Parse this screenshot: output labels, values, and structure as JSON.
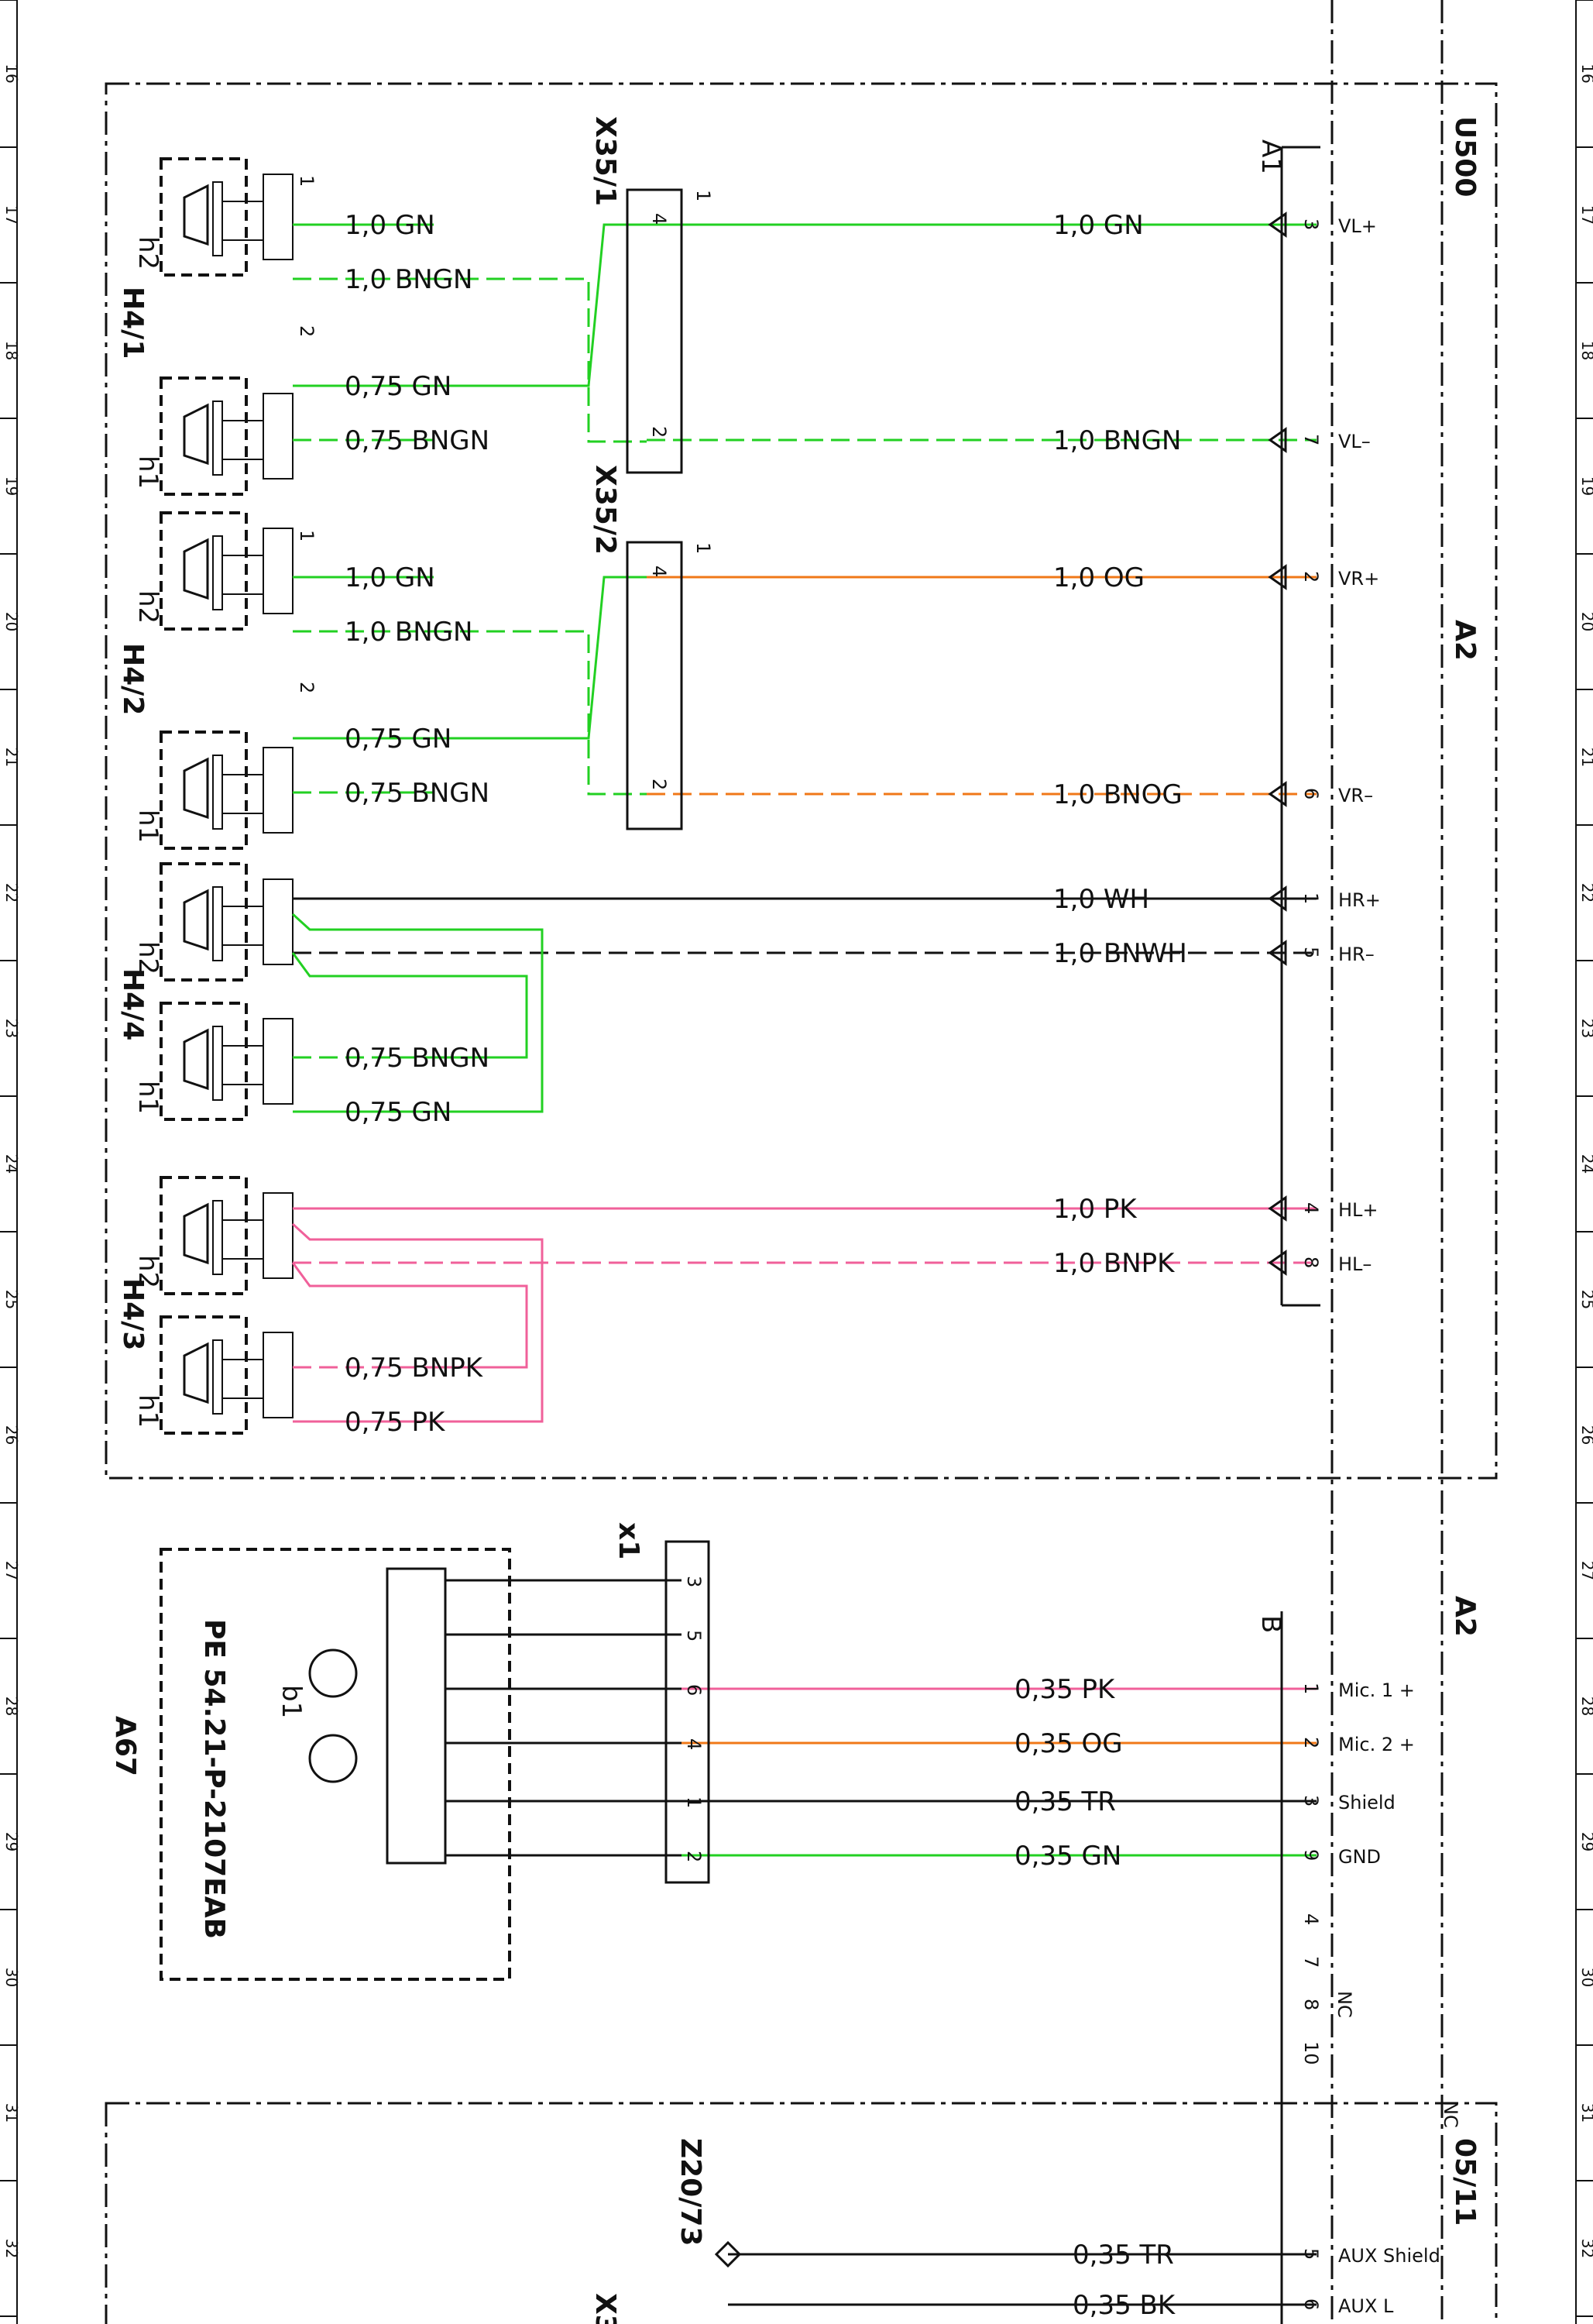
{
  "grid_row_numbers": [
    "16",
    "17",
    "18",
    "19",
    "20",
    "21",
    "22",
    "23",
    "24",
    "25",
    "26",
    "27",
    "28",
    "29",
    "30",
    "31",
    "32"
  ],
  "component_refs": {
    "u500": "U500",
    "a2_top": "A2",
    "a2_bottom": "A2",
    "a1": "A1",
    "b": "B",
    "x35_1": "X35/1",
    "x35_2": "X35/2",
    "x1": "x1",
    "z20_73": "Z20/73",
    "x3_partial": "X3",
    "h4_1": "H4/1",
    "h4_2": "H4/2",
    "h4_4": "H4/4",
    "h4_3": "H4/3",
    "a67": "A67",
    "b1": "b1",
    "pe_ref": "PE 54.21-P-2107EAB",
    "see_ref": "05/11"
  },
  "speaker_labels": [
    "h2",
    "h1",
    "h2",
    "h1",
    "h2",
    "h1",
    "h2",
    "h1"
  ],
  "group_labels": [
    "1",
    "2",
    "1",
    "2"
  ],
  "nc_top": "NC",
  "wires": [
    {
      "left": "1,0 GN",
      "right": "1,0 GN",
      "color": "#22d022"
    },
    {
      "left": "1,0 BNGN",
      "right": "",
      "color": "#22d022"
    },
    {
      "left": "0,75 GN",
      "right": "",
      "color": "#22d022"
    },
    {
      "left": "0,75 BNGN",
      "right": "1,0 BNGN",
      "color": "#22d022"
    },
    {
      "left": "1,0 GN",
      "right": "1,0 OG",
      "color": "#f07818"
    },
    {
      "left": "1,0 BNGN",
      "right": "",
      "color": "#22d022"
    },
    {
      "left": "0,75 GN",
      "right": "",
      "color": "#22d022"
    },
    {
      "left": "0,75 BNGN",
      "right": "1,0 BNOG",
      "color": "#f07818"
    },
    {
      "left": "",
      "right": "1,0 WH",
      "color": "#111111"
    },
    {
      "left": "",
      "right": "1,0 BNWH",
      "color": "#111111"
    },
    {
      "left": "0,75 BNGN",
      "right": "",
      "color": "#22d022"
    },
    {
      "left": "0,75 GN",
      "right": "",
      "color": "#22d022"
    },
    {
      "left": "",
      "right": "1,0 PK",
      "color": "#f0609a"
    },
    {
      "left": "",
      "right": "1,0 BNPK",
      "color": "#f0609a"
    },
    {
      "left": "0,75 BNPK",
      "right": "",
      "color": "#f0609a"
    },
    {
      "left": "0,75 PK",
      "right": "",
      "color": "#f0609a"
    }
  ],
  "a1_pins": [
    {
      "num": "3",
      "name": "VL+"
    },
    {
      "num": "7",
      "name": "VL–"
    },
    {
      "num": "2",
      "name": "VR+"
    },
    {
      "num": "6",
      "name": "VR–"
    },
    {
      "num": "1",
      "name": "HR+"
    },
    {
      "num": "5",
      "name": "HR–"
    },
    {
      "num": "4",
      "name": "HL+"
    },
    {
      "num": "8",
      "name": "HL–"
    }
  ],
  "x1_pins": [
    "3",
    "5",
    "6",
    "4",
    "1",
    "2"
  ],
  "mic_wires": [
    {
      "label": "0,35 PK",
      "num": "1",
      "name": "Mic. 1 +",
      "color": "#f0609a"
    },
    {
      "label": "0,35 OG",
      "num": "2",
      "name": "Mic. 2 +",
      "color": "#f07818"
    },
    {
      "label": "0,35 TR",
      "num": "3",
      "name": "Shield",
      "color": "#111111"
    },
    {
      "label": "0,35 GN",
      "num": "9",
      "name": "GND",
      "color": "#22d022"
    }
  ],
  "nc_pins": [
    "4",
    "7",
    "8",
    "10"
  ],
  "nc_bottom": "NC",
  "aux_wires": [
    {
      "label": "0,35 TR",
      "num": "5",
      "name": "AUX Shield"
    },
    {
      "label": "0,35 BK",
      "num": "6",
      "name": "AUX L"
    }
  ],
  "pin_pair_top": [
    "2",
    "1"
  ],
  "pin_pair_bottom": [
    "1",
    "2"
  ],
  "connector_pins": [
    "4",
    "2"
  ],
  "connector_top_labels": [
    "1",
    "1"
  ]
}
